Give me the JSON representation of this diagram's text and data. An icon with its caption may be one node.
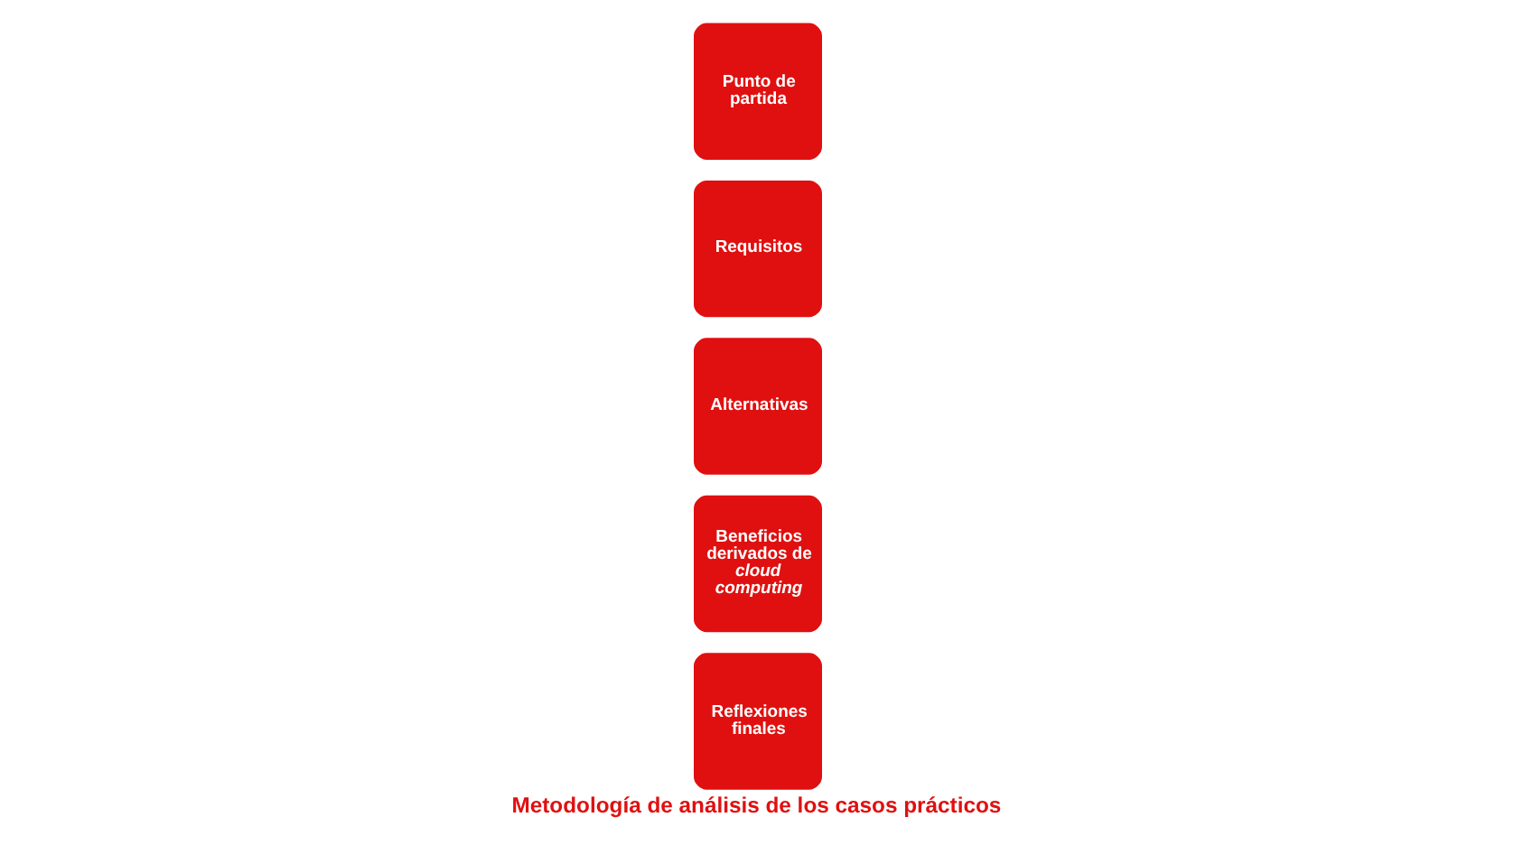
{
  "diagram": {
    "caption": "Metodología de análisis de los casos prácticos",
    "nodes": [
      {
        "text": [
          "Punto de partida"
        ]
      },
      {
        "text": [
          "Requisitos"
        ]
      },
      {
        "text": [
          "Alternativas"
        ]
      },
      {
        "text": [
          "Beneficios derivados de *cloud computing*"
        ]
      },
      {
        "text": [
          "Reflexiones finales"
        ]
      }
    ]
  }
}
